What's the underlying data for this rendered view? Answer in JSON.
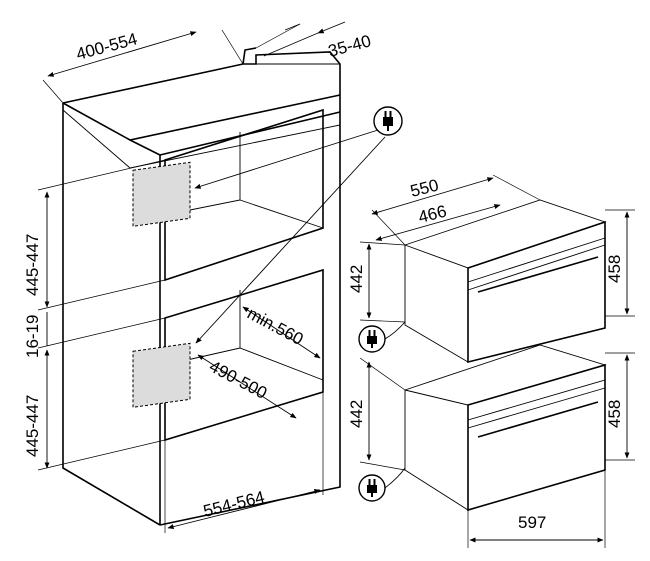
{
  "dimensions": {
    "niche_depth": "400-554",
    "panel_thickness": "35-40",
    "upper_niche_height": "445-447",
    "gap_height": "16-19",
    "lower_niche_height": "445-447",
    "niche_width": "554-564",
    "min_depth": "min.560",
    "inner_width": "490-500",
    "oven_depth": "550",
    "oven_body_depth": "466",
    "upper_body_height": "442",
    "upper_front_height": "458",
    "lower_body_height": "442",
    "lower_front_height": "458",
    "oven_width": "597"
  },
  "icons": [
    "power-plug-icon",
    "power-plug-icon",
    "power-plug-icon"
  ],
  "colors": {
    "line": "#000000",
    "socket_fill": "#dcdcdc",
    "oven_face": "#f2f2f2"
  }
}
